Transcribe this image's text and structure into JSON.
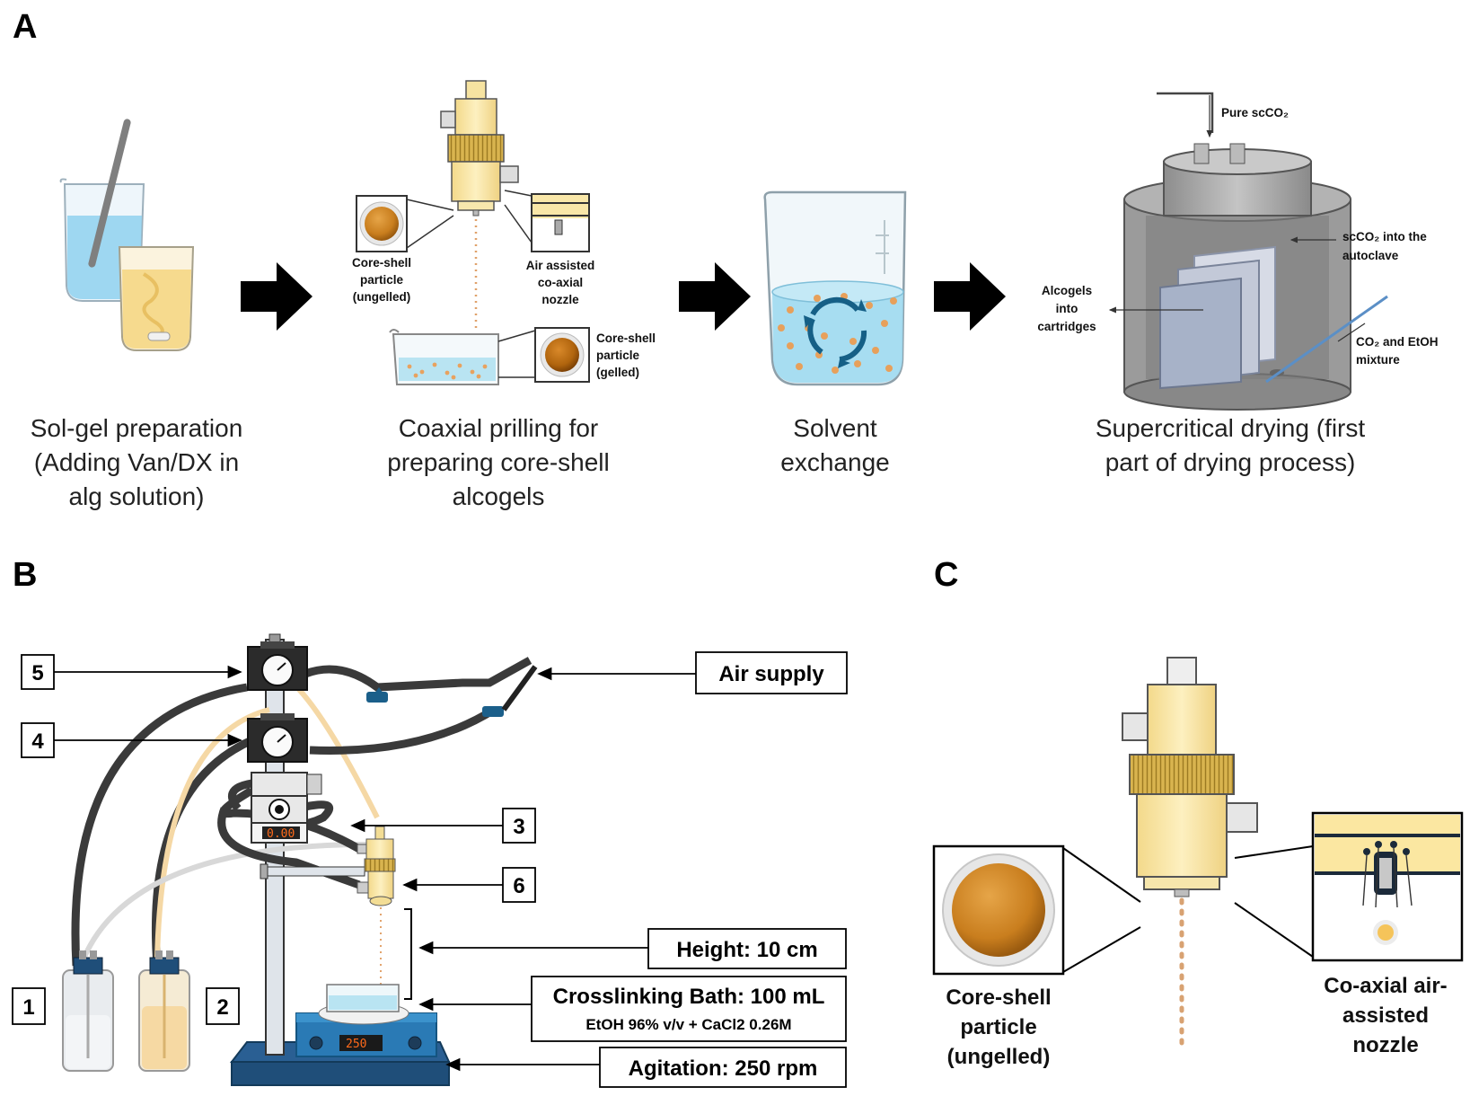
{
  "panels": {
    "a": "A",
    "b": "B",
    "c": "C"
  },
  "panel_a": {
    "steps": [
      {
        "line1": "Sol-gel preparation",
        "line2": "(Adding Van/DX in",
        "line3": "alg solution)"
      },
      {
        "line1": "Coaxial prilling for",
        "line2": "preparing core-shell",
        "line3": "alcogels"
      },
      {
        "line1": "Solvent",
        "line2": "exchange",
        "line3": ""
      },
      {
        "line1": "Supercritical drying (first",
        "line2": "part of drying process)",
        "line3": ""
      }
    ],
    "prilling_labels": {
      "ungelled": [
        "Core-shell",
        "particle",
        "(ungelled)"
      ],
      "nozzle": [
        "Air assisted",
        "co-axial",
        "nozzle"
      ],
      "gelled": [
        "Core-shell",
        "particle",
        "(gelled)"
      ]
    },
    "autoclave_labels": {
      "pure": "Pure scCO₂",
      "into": [
        "scCO₂ into the",
        "autoclave"
      ],
      "cartridges": [
        "Alcogels",
        "into",
        "cartridges"
      ],
      "mixture": [
        "CO₂ and EtOH",
        "mixture"
      ]
    }
  },
  "panel_b": {
    "numbers": [
      "1",
      "2",
      "3",
      "4",
      "5",
      "6"
    ],
    "air_supply": "Air supply",
    "height": "Height: 10 cm",
    "bath_title": "Crosslinking Bath: 100 mL",
    "bath_sub": "EtOH 96% v/v + CaCl2 0.26M",
    "agitation": "Agitation: 250 rpm",
    "pump_display": "0.00",
    "stirrer_display": "250"
  },
  "panel_c": {
    "particle": [
      "Core-shell",
      "particle",
      "(ungelled)"
    ],
    "nozzle": [
      "Co-axial air-",
      "assisted",
      "nozzle"
    ]
  },
  "colors": {
    "nozzle_yellow": "#fbe7a1",
    "nozzle_ring": "#d7b867",
    "particle_core": "#c97e1e",
    "liquid_blue": "#bfe6f5",
    "tube_dark": "#3a3a3a",
    "tube_light": "#f5d8a5",
    "stirrer_blue": "#2a7ab5",
    "arrow": "#000000"
  }
}
